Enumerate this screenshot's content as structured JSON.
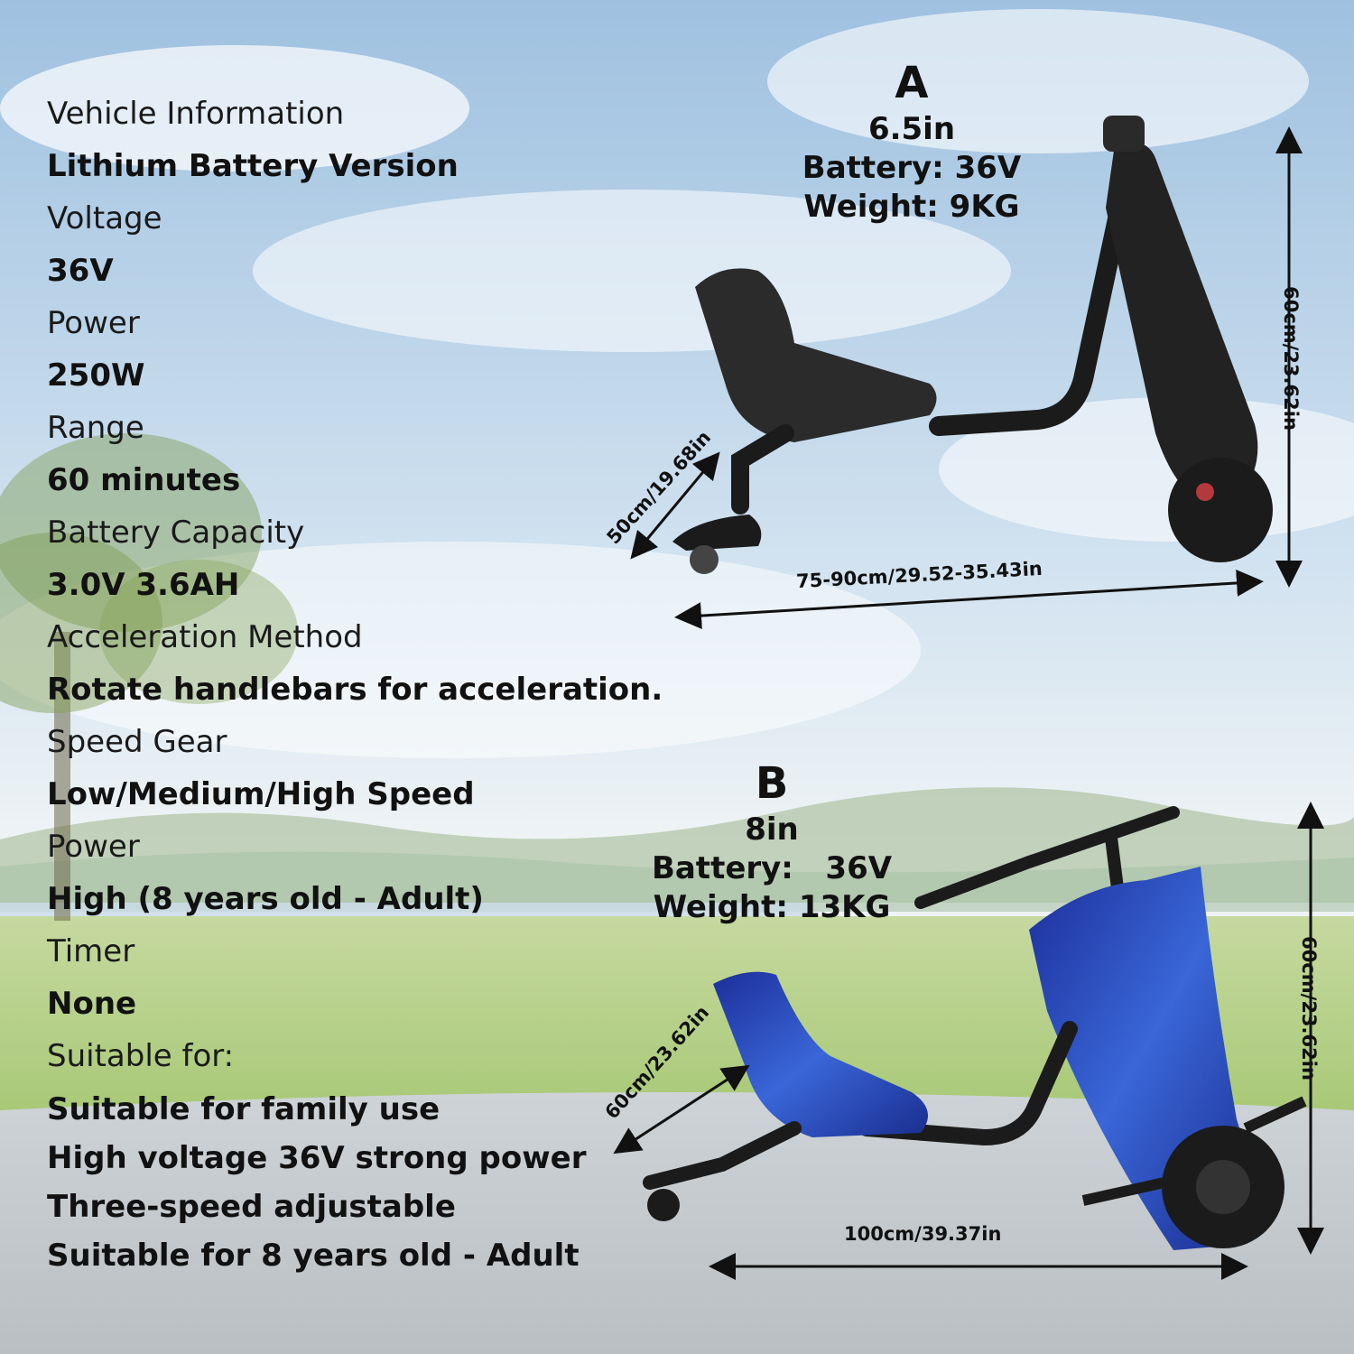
{
  "colors": {
    "sky_top": "#a9c8e4",
    "sky_mid": "#dbe8f2",
    "field": "#b9d28a",
    "road": "#c9cfd4",
    "scooter_black": "#1b1b1b",
    "scooter_blue": "#2848b8",
    "text": "#111111"
  },
  "specs": [
    {
      "label": "Vehicle Information",
      "value": "Lithium Battery Version"
    },
    {
      "label": "Voltage",
      "value": "36V"
    },
    {
      "label": "Power",
      "value": "250W"
    },
    {
      "label": "Range",
      "value": "60 minutes"
    },
    {
      "label": "Battery Capacity",
      "value": "3.0V 3.6AH"
    },
    {
      "label": "Acceleration Method",
      "value": "Rotate handlebars for acceleration."
    },
    {
      "label": "Speed Gear",
      "value": "Low/Medium/High Speed"
    },
    {
      "label": "Power",
      "value": "High (8 years old  -  Adult)"
    },
    {
      "label": "Timer",
      "value": "None"
    }
  ],
  "suitable": {
    "label": "Suitable for:",
    "items": [
      "Suitable for family use",
      "High voltage 36V strong power",
      "Three-speed adjustable",
      "Suitable for 8 years old  -  Adult"
    ]
  },
  "model_a": {
    "letter": "A",
    "wheel": "6.5in",
    "battery": "Battery: 36V",
    "weight": "Weight: 9KG",
    "dim_height": "60cm/23.62in",
    "dim_width": "75-90cm/29.52-35.43in",
    "dim_depth": "50cm/19.68in"
  },
  "model_b": {
    "letter": "B",
    "wheel": "8in",
    "battery": "Battery:   36V",
    "weight": "Weight: 13KG",
    "dim_height": "60cm/23.62in",
    "dim_width": "100cm/39.37in",
    "dim_depth": "60cm/23.62in"
  }
}
